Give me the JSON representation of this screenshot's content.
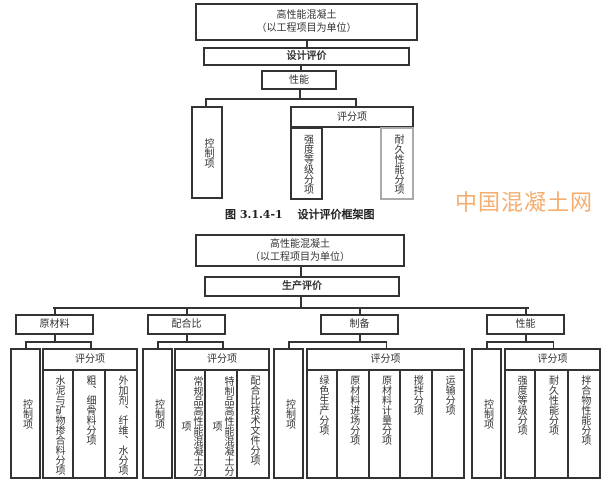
{
  "design": {
    "root": [
      "高性能混凝土",
      "（以工程项目为单位）"
    ],
    "title": "设计评价",
    "category": "性能",
    "control": "控制项",
    "scoring": "评分项",
    "items": [
      "强度等级分项",
      "耐久性能分项"
    ],
    "caption": "图 3.1.4-1　 设计评价框架图"
  },
  "production": {
    "root": [
      "高性能混凝土",
      "（以工程项目为单位）"
    ],
    "title": "生产评价",
    "groups": [
      {
        "label": "原材料",
        "control": "控制项",
        "scoring": "评分项",
        "items": [
          "水泥与矿物掺合料分项",
          "粗、细骨料分项",
          "外加剂、纤维、水分项"
        ]
      },
      {
        "label": "配合比",
        "control": "控制项",
        "scoring": "评分项",
        "items": [
          "常规品高性能混凝土分项",
          "特制品高性能混凝土分项",
          "配合比技术文件分项"
        ]
      },
      {
        "label": "制备",
        "control": "控制项",
        "scoring": "评分项",
        "items": [
          "绿色生产分项",
          "原材料进场分项",
          "原材料计量分项",
          "搅拌分项",
          "运输分项"
        ]
      },
      {
        "label": "性能",
        "control": "控制项",
        "scoring": "评分项",
        "items": [
          "强度等级分项",
          "耐久性能分项",
          "拌合物性能分项"
        ]
      }
    ]
  },
  "watermark": "中国混凝土网"
}
